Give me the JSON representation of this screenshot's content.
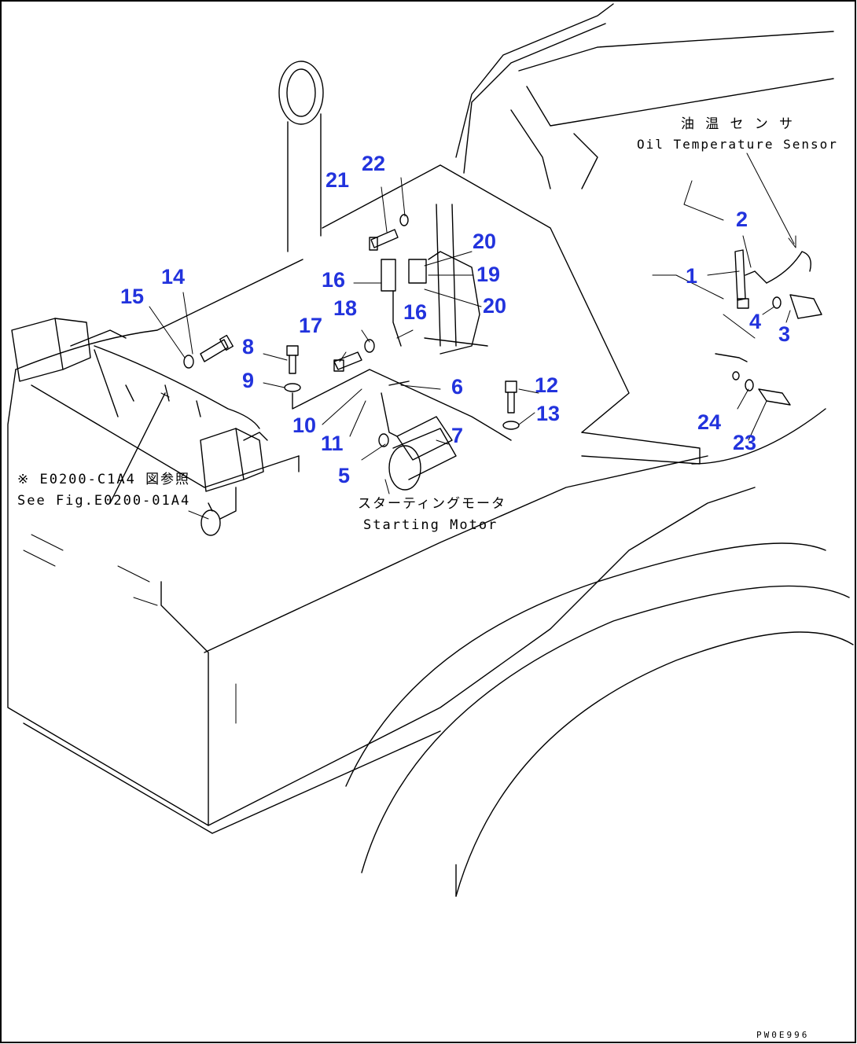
{
  "callouts": {
    "c1": "1",
    "c2": "2",
    "c3": "3",
    "c4": "4",
    "c5": "5",
    "c6": "6",
    "c7": "7",
    "c8": "8",
    "c9": "9",
    "c10": "10",
    "c11": "11",
    "c12": "12",
    "c13": "13",
    "c14": "14",
    "c15": "15",
    "c16a": "16",
    "c16b": "16",
    "c17": "17",
    "c18": "18",
    "c19": "19",
    "c20a": "20",
    "c20b": "20",
    "c21": "21",
    "c22": "22",
    "c23": "23",
    "c24": "24"
  },
  "notes": {
    "oil_sensor_jp": "油 温 セ ン サ",
    "oil_sensor_en": "Oil Temperature Sensor",
    "starting_motor_jp": "スターティングモータ",
    "starting_motor_en": "Starting Motor",
    "see_fig_jp": "※ E0200-C1A4 図参照",
    "see_fig_en": "See Fig.E0200-01A4"
  },
  "drawing_code": "PW0E996"
}
